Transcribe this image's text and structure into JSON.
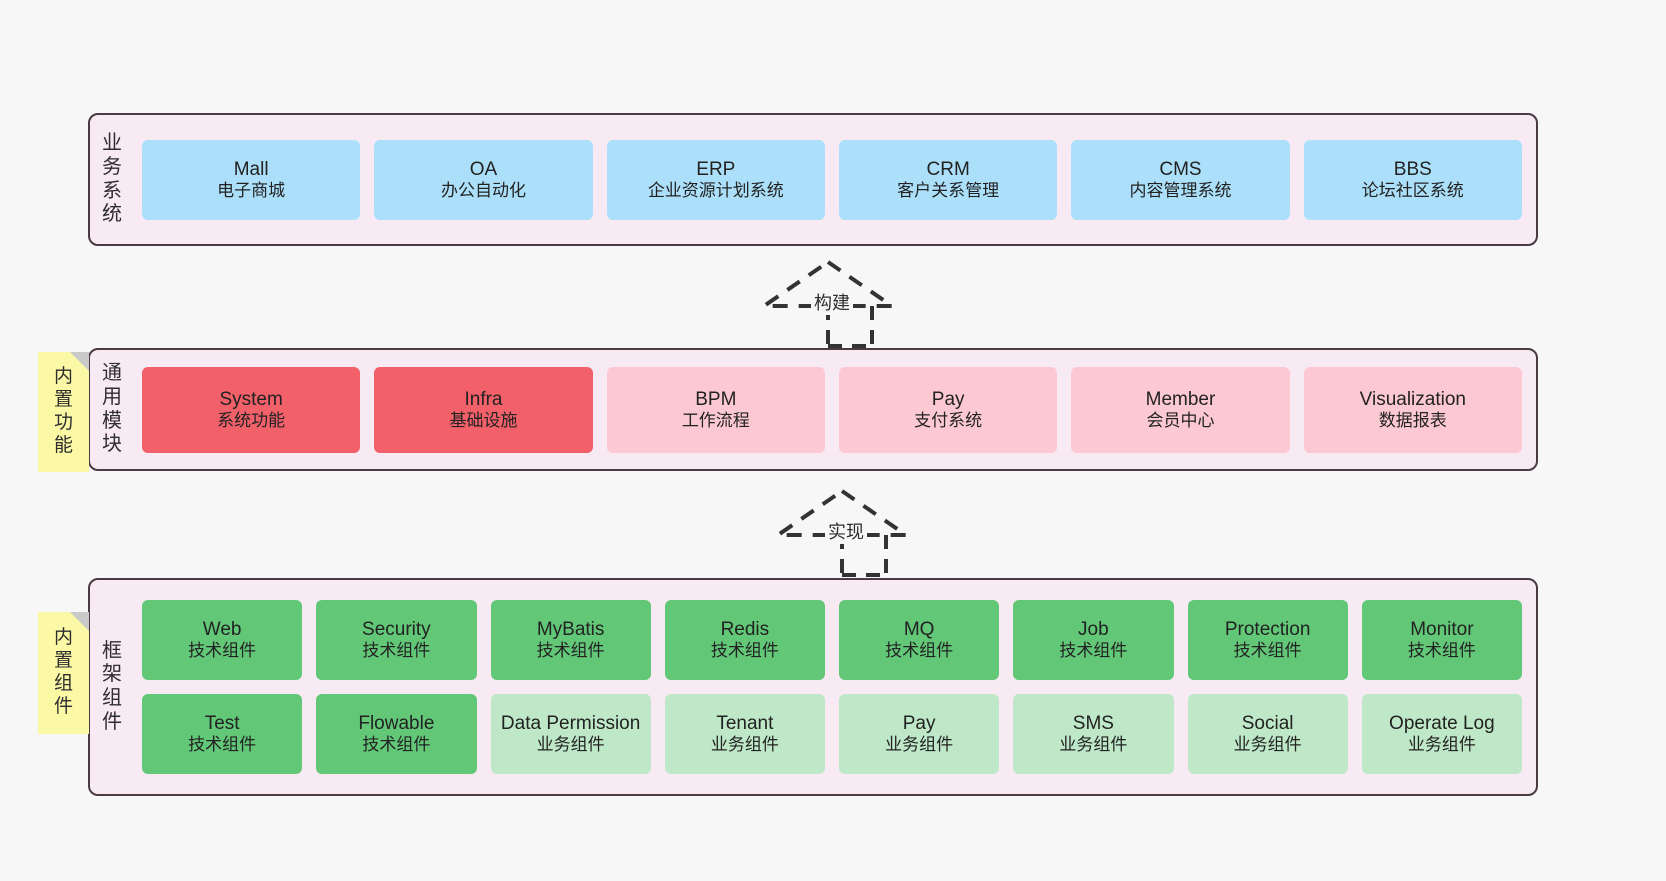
{
  "canvas": {
    "background": "#f7f7f7",
    "border_color": "#4a3b42",
    "layer_fill": "#f8eaf3",
    "note_fill": "#fbf9a5",
    "fold_fill": "#c9c9c9"
  },
  "layers": [
    {
      "id": "business-system",
      "label_chars": [
        "业",
        "务",
        "系",
        "统"
      ],
      "note": null,
      "rows": [
        {
          "cards": [
            {
              "title": "Mall",
              "subtitle": "电子商城",
              "color": "#ace0fa",
              "tone": "c-blue"
            },
            {
              "title": "OA",
              "subtitle": "办公自动化",
              "color": "#ace0fa",
              "tone": "c-blue"
            },
            {
              "title": "ERP",
              "subtitle": "企业资源计划系统",
              "color": "#ace0fa",
              "tone": "c-blue"
            },
            {
              "title": "CRM",
              "subtitle": "客户关系管理",
              "color": "#ace0fa",
              "tone": "c-blue"
            },
            {
              "title": "CMS",
              "subtitle": "内容管理系统",
              "color": "#ace0fa",
              "tone": "c-blue"
            },
            {
              "title": "BBS",
              "subtitle": "论坛社区系统",
              "color": "#ace0fa",
              "tone": "c-blue"
            }
          ]
        }
      ]
    },
    {
      "id": "common-module",
      "label_chars": [
        "通",
        "用",
        "模",
        "块"
      ],
      "note": {
        "chars": [
          "内",
          "置",
          "功",
          "能"
        ]
      },
      "rows": [
        {
          "cards": [
            {
              "title": "System",
              "subtitle": "系统功能",
              "color": "#f2606a",
              "tone": "c-red"
            },
            {
              "title": "Infra",
              "subtitle": "基础设施",
              "color": "#f2606a",
              "tone": "c-red"
            },
            {
              "title": "BPM",
              "subtitle": "工作流程",
              "color": "#fcc9d3",
              "tone": "c-pink"
            },
            {
              "title": "Pay",
              "subtitle": "支付系统",
              "color": "#fcc9d3",
              "tone": "c-pink"
            },
            {
              "title": "Member",
              "subtitle": "会员中心",
              "color": "#fcc9d3",
              "tone": "c-pink"
            },
            {
              "title": "Visualization",
              "subtitle": "数据报表",
              "color": "#fcc9d3",
              "tone": "c-pink"
            }
          ]
        }
      ]
    },
    {
      "id": "framework-component",
      "label_chars": [
        "框",
        "架",
        "组",
        "件"
      ],
      "note": {
        "chars": [
          "内",
          "置",
          "组",
          "件"
        ]
      },
      "rows": [
        {
          "cards": [
            {
              "title": "Web",
              "subtitle": "技术组件",
              "color": "#62c878",
              "tone": "c-green"
            },
            {
              "title": "Security",
              "subtitle": "技术组件",
              "color": "#62c878",
              "tone": "c-green"
            },
            {
              "title": "MyBatis",
              "subtitle": "技术组件",
              "color": "#62c878",
              "tone": "c-green"
            },
            {
              "title": "Redis",
              "subtitle": "技术组件",
              "color": "#62c878",
              "tone": "c-green"
            },
            {
              "title": "MQ",
              "subtitle": "技术组件",
              "color": "#62c878",
              "tone": "c-green"
            },
            {
              "title": "Job",
              "subtitle": "技术组件",
              "color": "#62c878",
              "tone": "c-green"
            },
            {
              "title": "Protection",
              "subtitle": "技术组件",
              "color": "#62c878",
              "tone": "c-green"
            },
            {
              "title": "Monitor",
              "subtitle": "技术组件",
              "color": "#62c878",
              "tone": "c-green"
            }
          ]
        },
        {
          "cards": [
            {
              "title": "Test",
              "subtitle": "技术组件",
              "color": "#62c878",
              "tone": "c-green"
            },
            {
              "title": "Flowable",
              "subtitle": "技术组件",
              "color": "#62c878",
              "tone": "c-green"
            },
            {
              "title": "Data Permission",
              "subtitle": "业务组件",
              "color": "#bfe8c8",
              "tone": "c-lgreen"
            },
            {
              "title": "Tenant",
              "subtitle": "业务组件",
              "color": "#bfe8c8",
              "tone": "c-lgreen"
            },
            {
              "title": "Pay",
              "subtitle": "业务组件",
              "color": "#bfe8c8",
              "tone": "c-lgreen"
            },
            {
              "title": "SMS",
              "subtitle": "业务组件",
              "color": "#bfe8c8",
              "tone": "c-lgreen"
            },
            {
              "title": "Social",
              "subtitle": "业务组件",
              "color": "#bfe8c8",
              "tone": "c-lgreen"
            },
            {
              "title": "Operate Log",
              "subtitle": "业务组件",
              "color": "#bfe8c8",
              "tone": "c-lgreen"
            }
          ]
        }
      ]
    }
  ],
  "connectors": [
    {
      "id": "build",
      "label": "构建",
      "style": "dashed-generalization"
    },
    {
      "id": "implement",
      "label": "实现",
      "style": "dashed-generalization"
    }
  ]
}
